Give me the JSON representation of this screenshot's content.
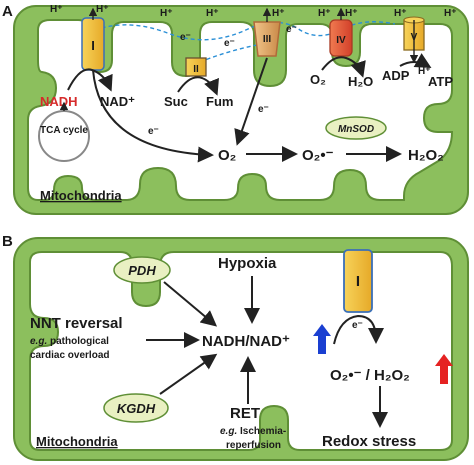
{
  "panel_a": {
    "letter": "A",
    "complexes": {
      "c1": "I",
      "c2": "II",
      "c3": "III",
      "c4": "IV",
      "c5": "V"
    },
    "h_plus": "H⁺",
    "e_minus": "e⁻",
    "nadh": "NADH",
    "nad_plus": "NAD⁺",
    "suc": "Suc",
    "fum": "Fum",
    "o2_c4": "O₂",
    "h2o": "H₂O",
    "adp": "ADP",
    "atp": "ATP",
    "tca": "TCA cycle",
    "o2": "O₂",
    "superoxide": "O₂•⁻",
    "h2o2": "H₂O₂",
    "mnsod": "MnSOD",
    "mito": "Mitochondria"
  },
  "panel_b": {
    "letter": "B",
    "pdh": "PDH",
    "kgdh": "KGDH",
    "hypoxia": "Hypoxia",
    "nnt_title": "NNT reversal",
    "nnt_eg": "e.g.",
    "nnt_sub1": " pathological",
    "nnt_sub2": "cardiac overload",
    "nadh_ratio": "NADH/NAD⁺",
    "ret": "RET",
    "ret_eg": "e.g.",
    "ret_sub1": " Ischemia-",
    "ret_sub2": "reperfusion",
    "complex": "I",
    "e_minus": "e⁻",
    "ros": "O₂•⁻ / H₂O₂",
    "redox": "Redox stress",
    "mito": "Mitochondria"
  },
  "colors": {
    "matrix_green": "#8cbf5d",
    "membrane_green": "#6a9a3e",
    "complex_yellow": "#f5c842",
    "complex_orange": "#e8a23a",
    "complex_red": "#e05a3a",
    "nadh_red": "#d62b2b",
    "oval_fill": "#e9f0c2",
    "up_blue": "#1a3fd1",
    "up_red": "#e52222"
  }
}
